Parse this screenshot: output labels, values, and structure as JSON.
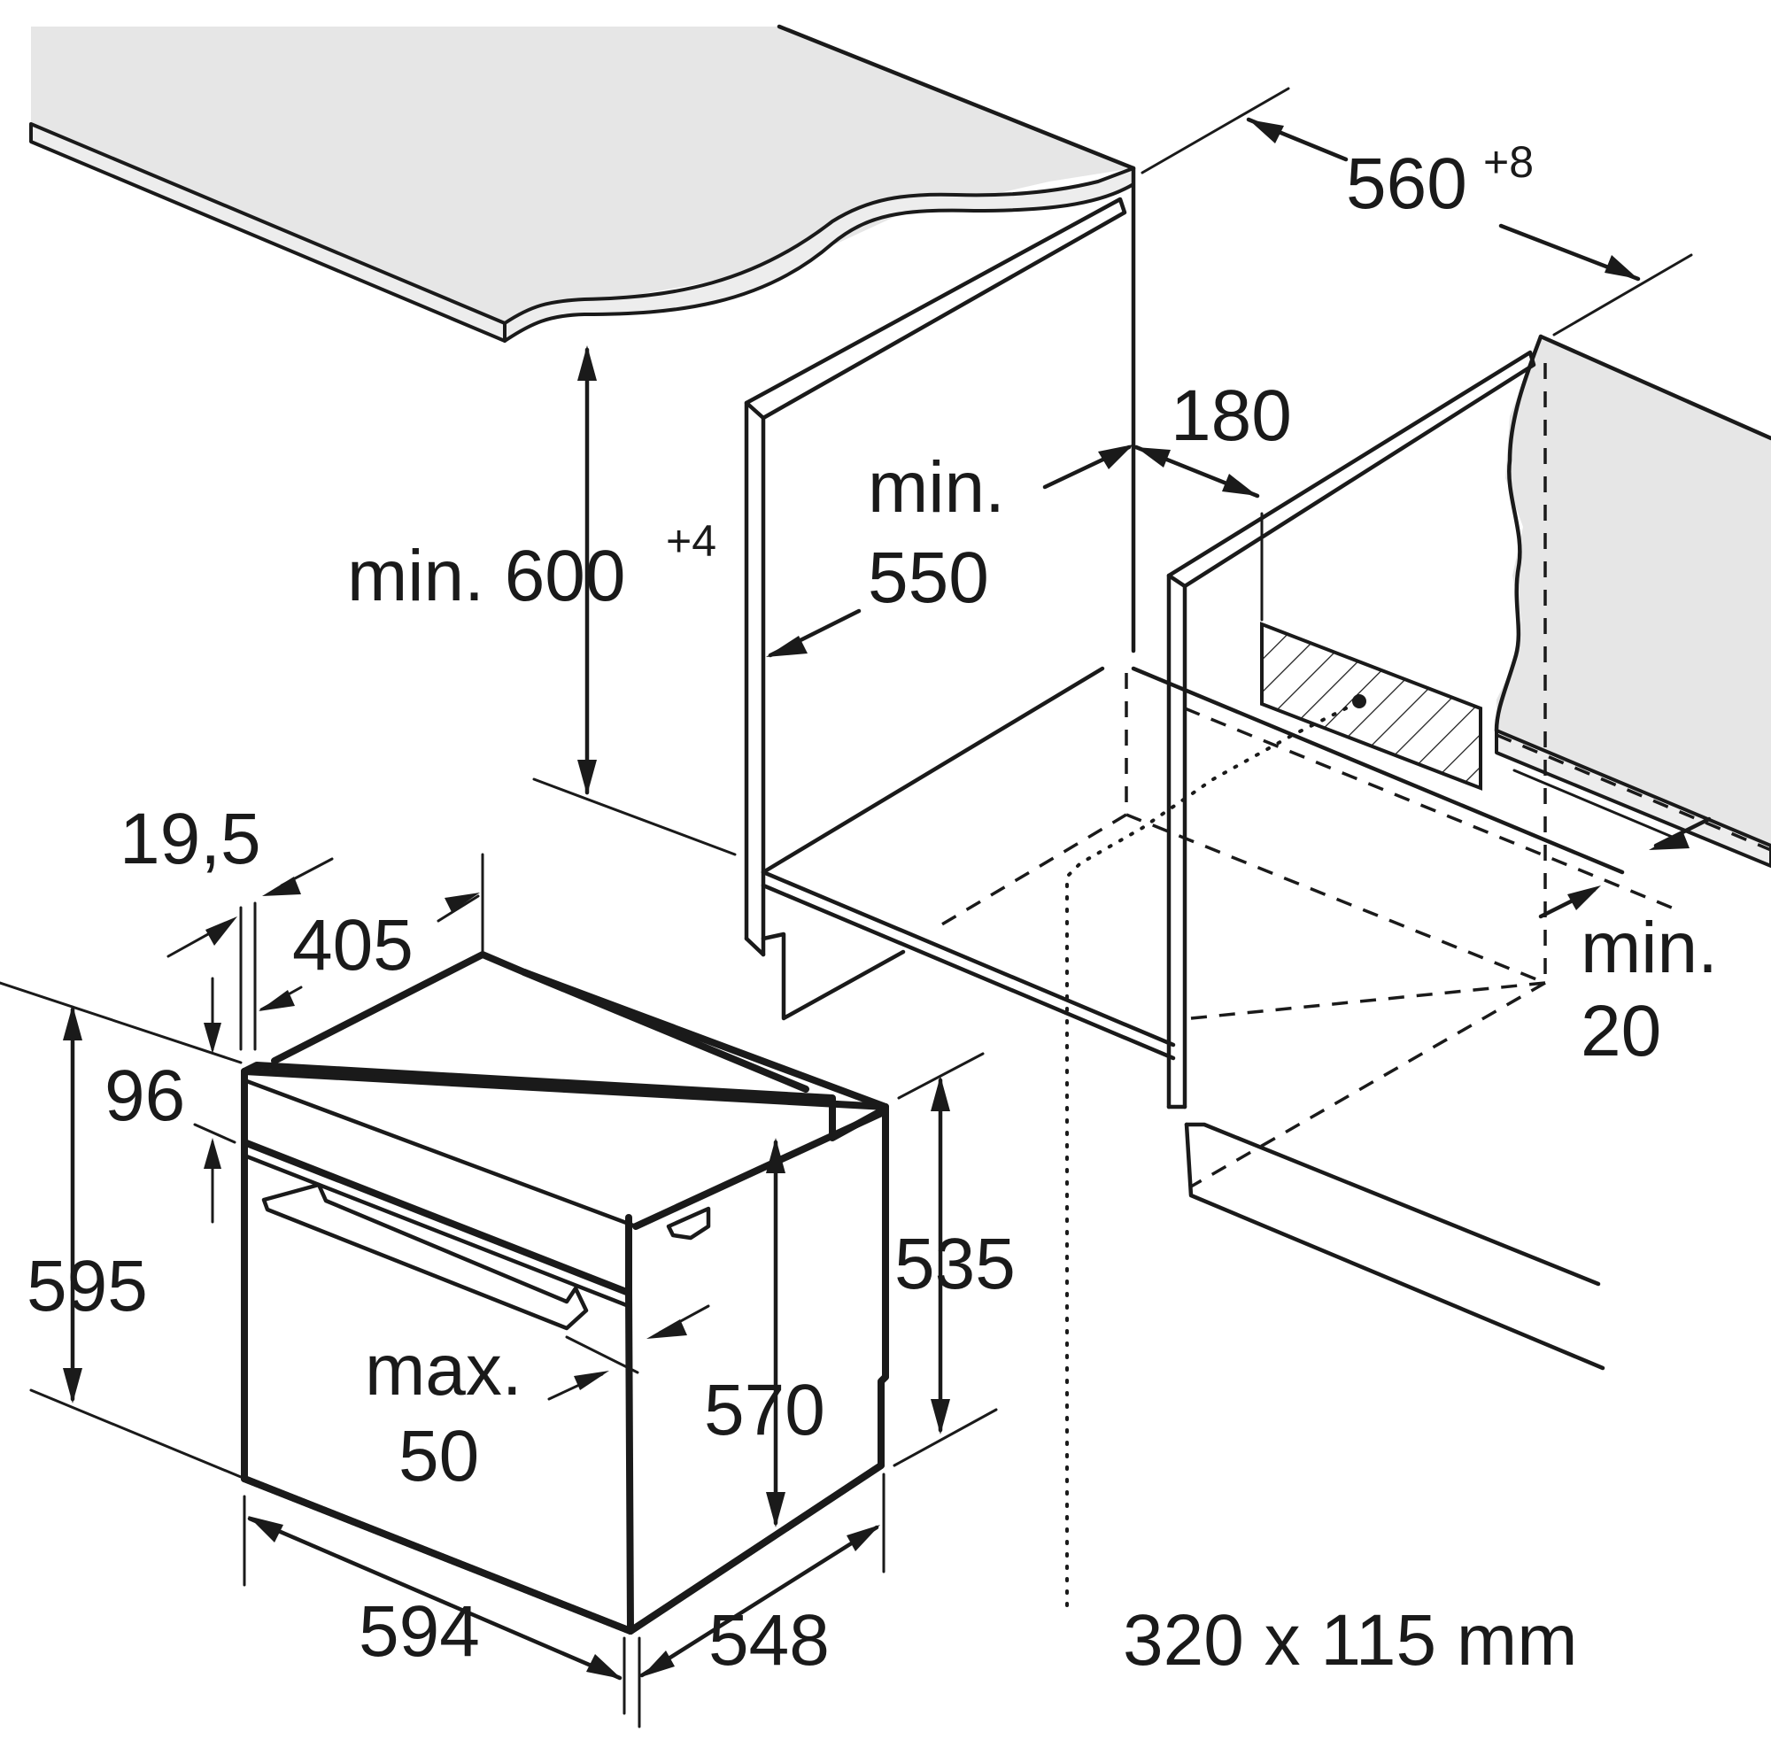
{
  "labels": {
    "niche_height": {
      "main": "min. 600",
      "sup": "+4"
    },
    "niche_width": {
      "main": "560",
      "sup": "+8"
    },
    "depth_min_line1": "min.",
    "depth_min_line2": "550",
    "vent_offset": "180",
    "rear_gap_line1": "min.",
    "rear_gap_line2": "20",
    "vent_size": "320 x 115 mm",
    "front_panel_thickness": "19,5",
    "top_depth": "405",
    "control_panel_height": "96",
    "oven_height": "595",
    "handle_depth_line1": "max.",
    "handle_depth_line2": "50",
    "body_height_front": "570",
    "body_height_rear": "535",
    "oven_width": "594",
    "oven_depth": "548"
  }
}
